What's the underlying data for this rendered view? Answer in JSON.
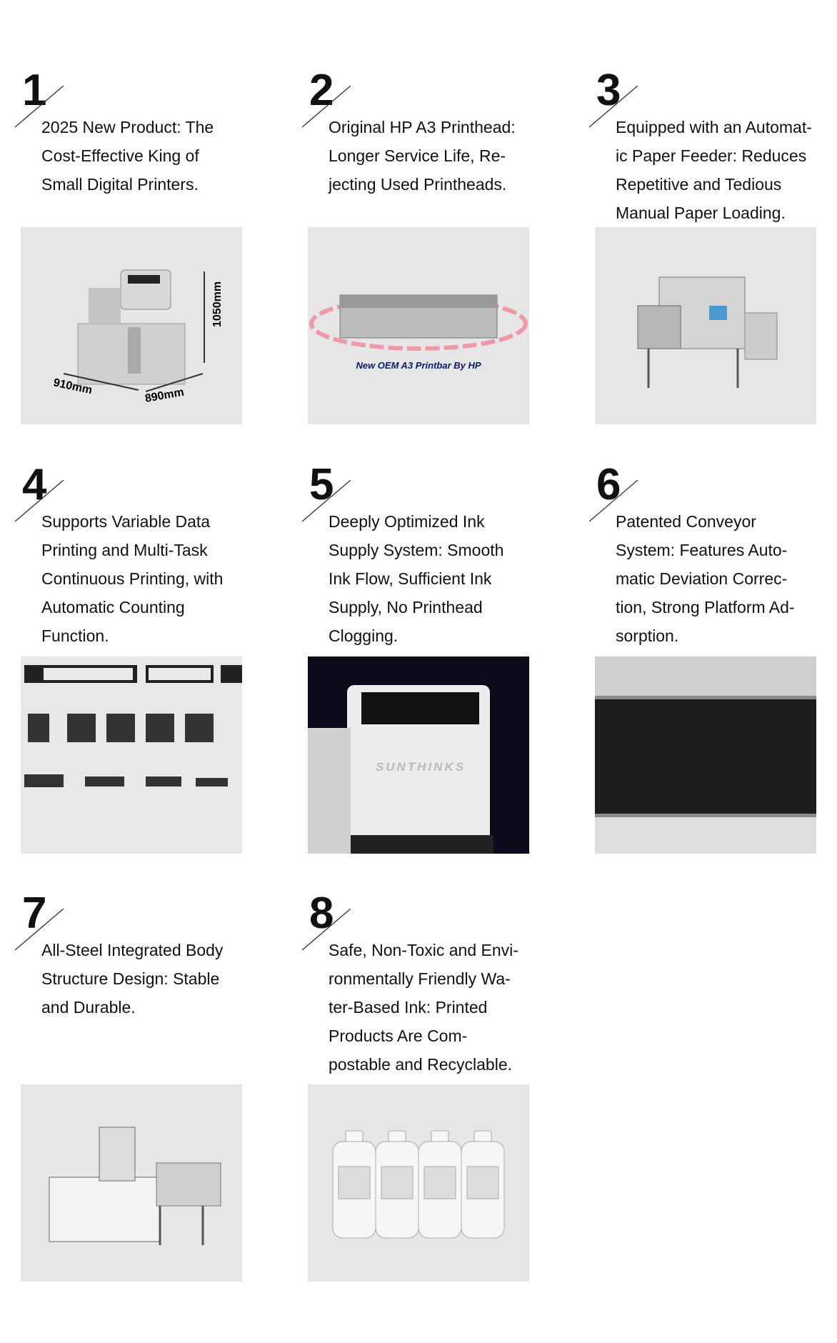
{
  "features": [
    {
      "number": "1",
      "lines": [
        "2025 New Product: The",
        "Cost-Effective King of",
        "Small Digital Printers."
      ],
      "image": {
        "labels": [
          "1050mm",
          "910mm",
          "890mm"
        ]
      }
    },
    {
      "number": "2",
      "lines": [
        "Original HP A3 Printhead:",
        "Longer Service Life, Re-",
        "jecting Used Printheads."
      ],
      "image": {
        "labels": [
          "New OEM A3 Printbar By HP"
        ]
      }
    },
    {
      "number": "3",
      "lines": [
        "Equipped with an Automat-",
        "ic Paper Feeder: Reduces",
        "Repetitive and Tedious",
        "Manual Paper Loading."
      ],
      "image": {
        "labels": []
      }
    },
    {
      "number": "4",
      "lines": [
        "Supports Variable Data",
        "Printing and Multi-Task",
        "Continuous Printing, with",
        "Automatic Counting",
        "Function."
      ],
      "image": {
        "labels": []
      }
    },
    {
      "number": "5",
      "lines": [
        "Deeply Optimized Ink",
        "Supply System: Smooth",
        "Ink Flow, Sufficient Ink",
        "Supply, No Printhead",
        "Clogging."
      ],
      "image": {
        "labels": [
          "SUNTHINKS"
        ]
      }
    },
    {
      "number": "6",
      "lines": [
        "Patented Conveyor",
        "System: Features Auto-",
        "matic Deviation Correc-",
        "tion, Strong Platform Ad-",
        "sorption."
      ],
      "image": {
        "labels": []
      }
    },
    {
      "number": "7",
      "lines": [
        "All-Steel Integrated Body",
        "Structure Design: Stable",
        "and Durable."
      ],
      "image": {
        "labels": []
      }
    },
    {
      "number": "8",
      "lines": [
        "Safe, Non-Toxic and Envi-",
        "ronmentally Friendly Wa-",
        "ter-Based Ink: Printed",
        "Products Are Com-",
        "postable and Recyclable."
      ],
      "image": {
        "labels": []
      }
    }
  ]
}
